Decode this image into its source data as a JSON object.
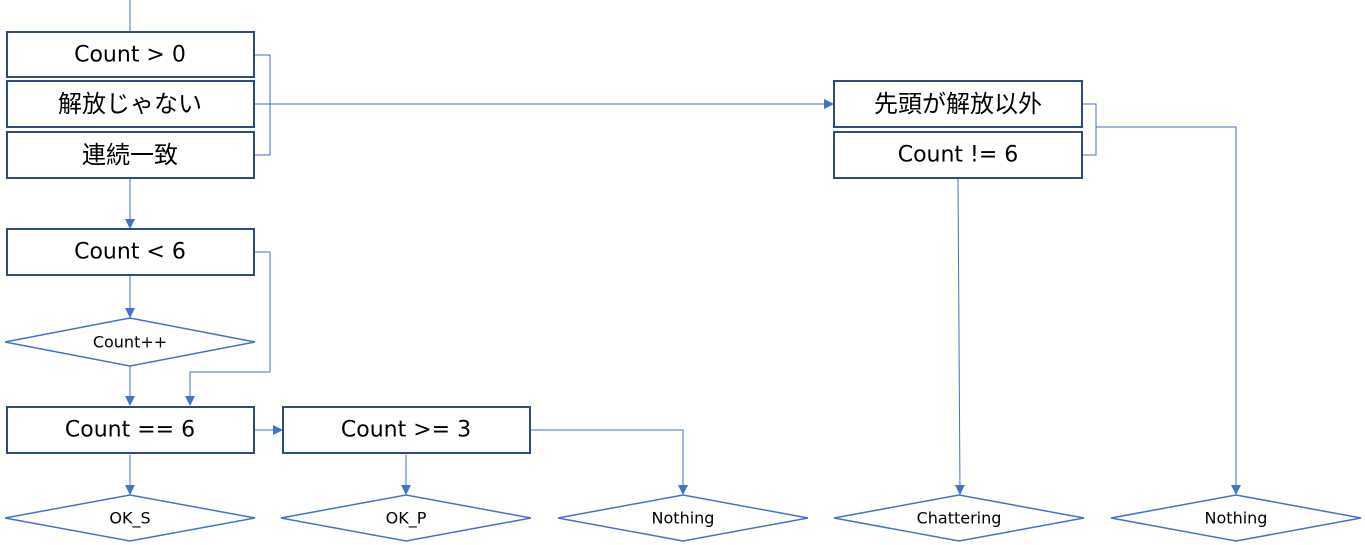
{
  "nodes": {
    "count_gt_0": "Count > 0",
    "not_release": "解放じゃない",
    "consecutive_match": "連続一致",
    "count_lt_6": "Count < 6",
    "count_inc": "Count++",
    "count_eq_6": "Count == 6",
    "count_ge_3": "Count >= 3",
    "ok_s": "OK_S",
    "ok_p": "OK_P",
    "nothing_1": "Nothing",
    "head_not_release": "先頭が解放以外",
    "count_ne_6": "Count != 6",
    "chattering": "Chattering",
    "nothing_2": "Nothing"
  },
  "colors": {
    "box_border": "#2f4b7c",
    "connector": "#4472c4"
  }
}
